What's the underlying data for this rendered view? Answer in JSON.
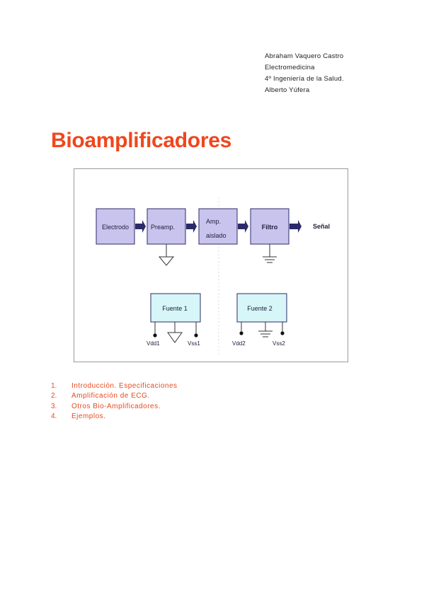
{
  "author": {
    "name": "Abraham Vaquero Castro",
    "course": "Electromedicina",
    "degree": "4º Ingeniería de la Salud.",
    "teacher": "Alberto Yúfera"
  },
  "title": "Bioamplificadores",
  "diagram": {
    "blocks": [
      "Electrodo",
      "Preamp.",
      "Amp.",
      "aislado",
      "Filtro"
    ],
    "output_label": "Señal",
    "supplies": [
      {
        "label": "Fuente 1",
        "pin_left": "Vdd1",
        "pin_right": "Vss1"
      },
      {
        "label": "Fuente 2",
        "pin_left": "Vdd2",
        "pin_right": "Vss2"
      }
    ],
    "colors": {
      "block_fill": "#c8c4ee",
      "supply_fill": "#d6f6f8"
    }
  },
  "toc": [
    {
      "num": "1.",
      "text": "Introducción. Especificaciones"
    },
    {
      "num": "2.",
      "text": "Amplificación de ECG."
    },
    {
      "num": "3.",
      "text": "Otros Bio-Amplificadores."
    },
    {
      "num": "4.",
      "text": "Ejemplos."
    }
  ]
}
